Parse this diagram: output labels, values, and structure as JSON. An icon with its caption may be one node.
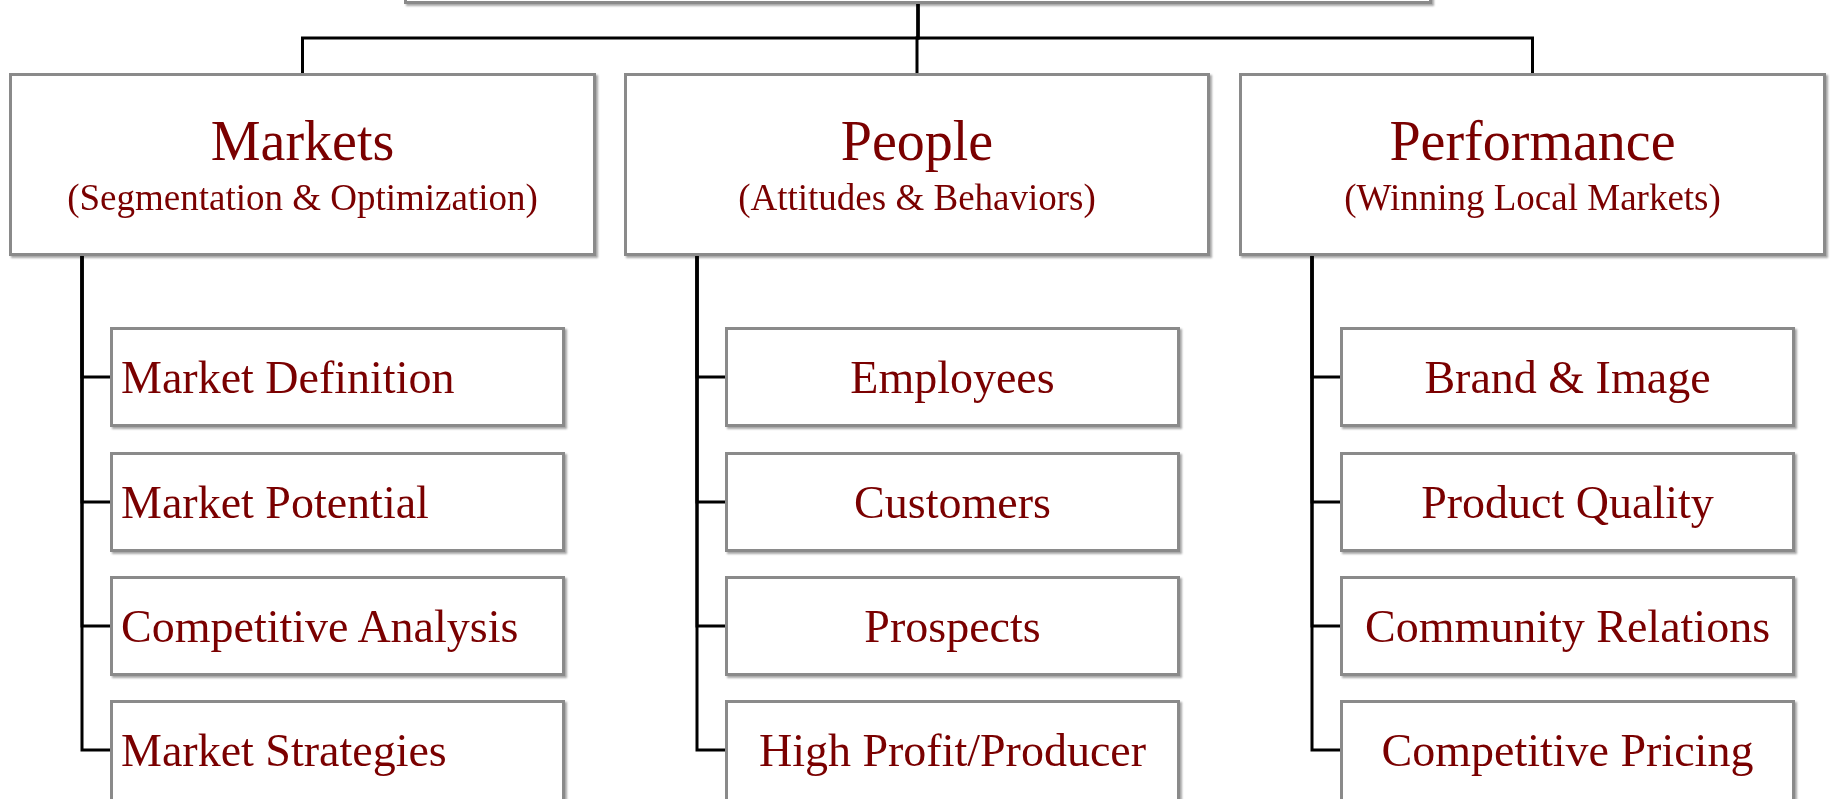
{
  "diagram": {
    "nodes": [
      {
        "text": [],
        "shape": "box"
      },
      {
        "text": [
          "Markets",
          "(Segmentation & Optimization)"
        ]
      },
      {
        "text": [
          "People",
          "(Attitudes & Behaviors)"
        ]
      },
      {
        "text": [
          "Performance",
          "(Winning Local Markets)"
        ]
      },
      {
        "text": [
          "Market Definition"
        ]
      },
      {
        "text": [
          "Market Potential"
        ]
      },
      {
        "text": [
          "Competitive Analysis"
        ]
      },
      {
        "text": [
          "Market Strategies"
        ]
      },
      {
        "text": [
          "Employees"
        ]
      },
      {
        "text": [
          "Customers"
        ]
      },
      {
        "text": [
          "Prospects"
        ]
      },
      {
        "text": [
          "High Profit/Producer"
        ]
      },
      {
        "text": [
          "Brand & Image"
        ]
      },
      {
        "text": [
          "Product Quality"
        ]
      },
      {
        "text": [
          "Community Relations"
        ]
      },
      {
        "text": [
          "Competitive Pricing"
        ]
      }
    ],
    "edges": [
      {
        "from": 0,
        "to": 1,
        "arrow": "none"
      },
      {
        "from": 0,
        "to": 2,
        "arrow": "none"
      },
      {
        "from": 0,
        "to": 3,
        "arrow": "none"
      },
      {
        "from": 1,
        "to": 4,
        "arrow": "none"
      },
      {
        "from": 1,
        "to": 5,
        "arrow": "none"
      },
      {
        "from": 1,
        "to": 6,
        "arrow": "none"
      },
      {
        "from": 1,
        "to": 7,
        "arrow": "none"
      },
      {
        "from": 2,
        "to": 8,
        "arrow": "none"
      },
      {
        "from": 2,
        "to": 9,
        "arrow": "none"
      },
      {
        "from": 2,
        "to": 10,
        "arrow": "none"
      },
      {
        "from": 2,
        "to": 11,
        "arrow": "none"
      },
      {
        "from": 3,
        "to": 12,
        "arrow": "none"
      },
      {
        "from": 3,
        "to": 13,
        "arrow": "none"
      },
      {
        "from": 3,
        "to": 14,
        "arrow": "none"
      },
      {
        "from": 3,
        "to": 15,
        "arrow": "none"
      }
    ]
  }
}
